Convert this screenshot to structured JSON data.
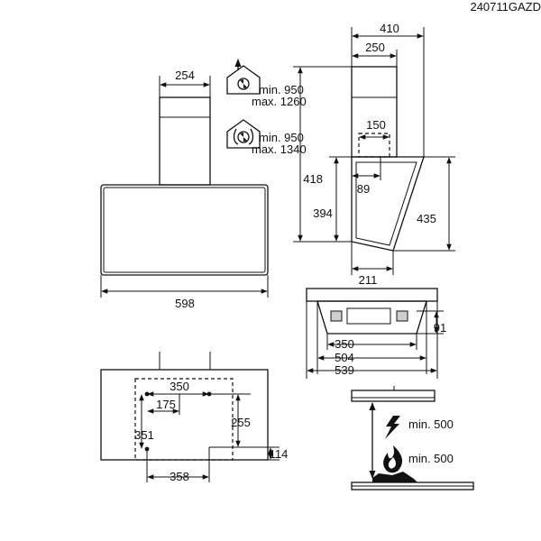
{
  "doc_code": "240711GAZD",
  "front_view": {
    "chimney_width": "254",
    "hood_width": "598"
  },
  "icons": {
    "ext_icon": "house-fan-arrow-up-icon",
    "rec_icon": "house-fan-recirculation-icon",
    "heat_icon": "lightning-icon",
    "flame_icon": "flame-icon"
  },
  "extraction_heights": {
    "min": "min. 950",
    "max": "max. 1260"
  },
  "recirculation_heights": {
    "min": "min. 950",
    "max": "max. 1340"
  },
  "side_view": {
    "top_total": "410",
    "top_chimney": "250",
    "outlet_width": "150",
    "outlet_offset": "89",
    "height_418": "418",
    "height_394": "394",
    "height_435": "435",
    "base_width": "211"
  },
  "top_view": {
    "dim_91": "91",
    "dim_350": "350",
    "dim_504": "504",
    "dim_539": "539"
  },
  "mounting_view": {
    "dim_350": "350",
    "dim_175": "175",
    "dim_255": "255",
    "dim_351": "351",
    "dim_114": "114",
    "dim_358": "358"
  },
  "clearances": {
    "electric": "min. 500",
    "gas": "min. 500"
  }
}
